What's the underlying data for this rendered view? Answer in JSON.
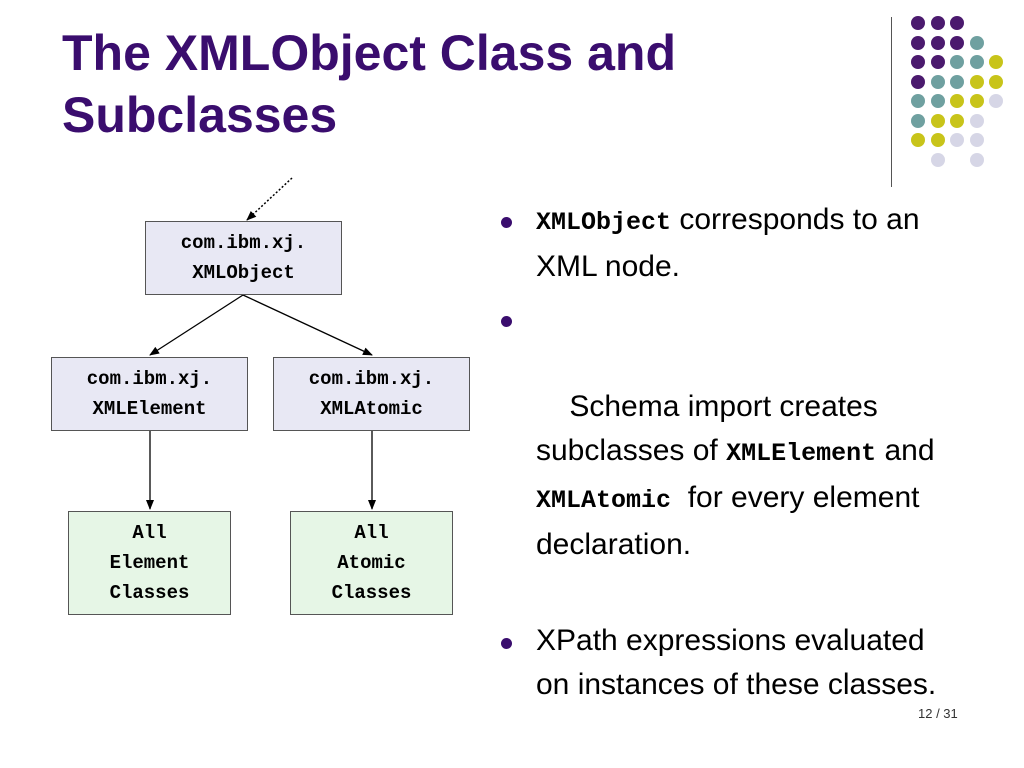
{
  "slide": {
    "title_line1": "The XMLObject Class and",
    "title_line2": "Subclasses",
    "page_number": "12 / 31"
  },
  "decoration": {
    "colors": {
      "purple": "#4b1a6e",
      "teal": "#6fa0a0",
      "yellow": "#c8c41a",
      "lavender": "#d6d6e6"
    },
    "dots": [
      [
        "purple",
        "purple",
        "purple",
        "",
        ""
      ],
      [
        "purple",
        "purple",
        "purple",
        "teal",
        ""
      ],
      [
        "purple",
        "purple",
        "teal",
        "teal",
        "yellow"
      ],
      [
        "purple",
        "teal",
        "teal",
        "yellow",
        "yellow"
      ],
      [
        "teal",
        "teal",
        "yellow",
        "yellow",
        "lavender"
      ],
      [
        "teal",
        "yellow",
        "yellow",
        "lavender",
        ""
      ],
      [
        "yellow",
        "yellow",
        "lavender",
        "lavender",
        ""
      ],
      [
        "",
        "lavender",
        "",
        "lavender",
        ""
      ]
    ]
  },
  "diagram": {
    "xmlobject": {
      "line1": "com.ibm.xj.",
      "line2": "XMLObject"
    },
    "xmlelement": {
      "line1": "com.ibm.xj.",
      "line2": "XMLElement"
    },
    "xmlatomic": {
      "line1": "com.ibm.xj.",
      "line2": "XMLAtomic"
    },
    "element_classes": {
      "line1": "All",
      "line2": "Element",
      "line3": "Classes"
    },
    "atomic_classes": {
      "line1": "All",
      "line2": "Atomic",
      "line3": "Classes"
    },
    "colors": {
      "class_box": "#e8e8f4",
      "generated_box": "#e6f6e6"
    }
  },
  "bullets": [
    {
      "code": "XMLObject",
      "text": " corresponds to an XML node."
    },
    {
      "text1": "Schema import creates subclasses of ",
      "code1": "XMLElement",
      "text2": " and ",
      "code2": "XMLAtomic",
      "text3": "  for every element declaration."
    },
    {
      "text": "XPath expressions evaluated on instances of these classes."
    }
  ]
}
